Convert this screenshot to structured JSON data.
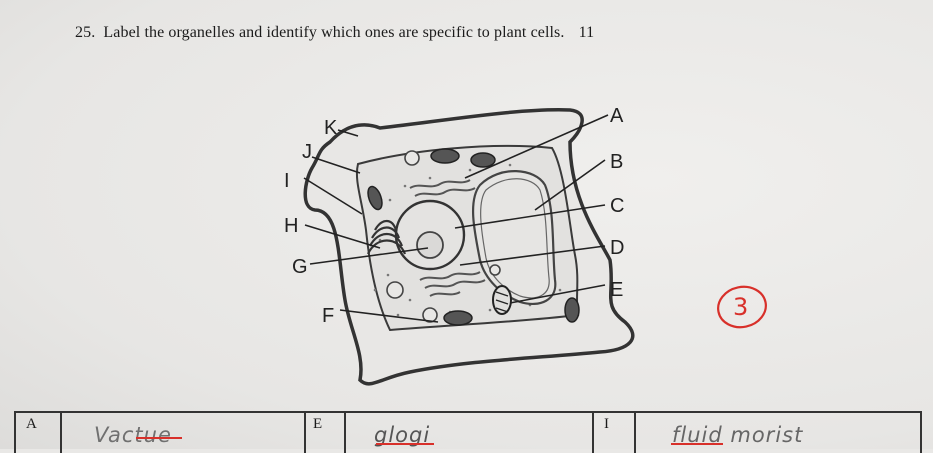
{
  "question": {
    "number": "25.",
    "text": "Label the organelles and identify which ones are specific to plant cells.",
    "points": "11"
  },
  "diagram": {
    "labels": [
      "A",
      "B",
      "C",
      "D",
      "E",
      "F",
      "G",
      "H",
      "I",
      "J",
      "K"
    ]
  },
  "score": {
    "value": "3",
    "color": "#d8302a"
  },
  "answers": [
    {
      "letter": "A",
      "response": "Vactue"
    },
    {
      "letter": "E",
      "response": "glogi"
    },
    {
      "letter": "I",
      "response": "fluid morist"
    }
  ]
}
